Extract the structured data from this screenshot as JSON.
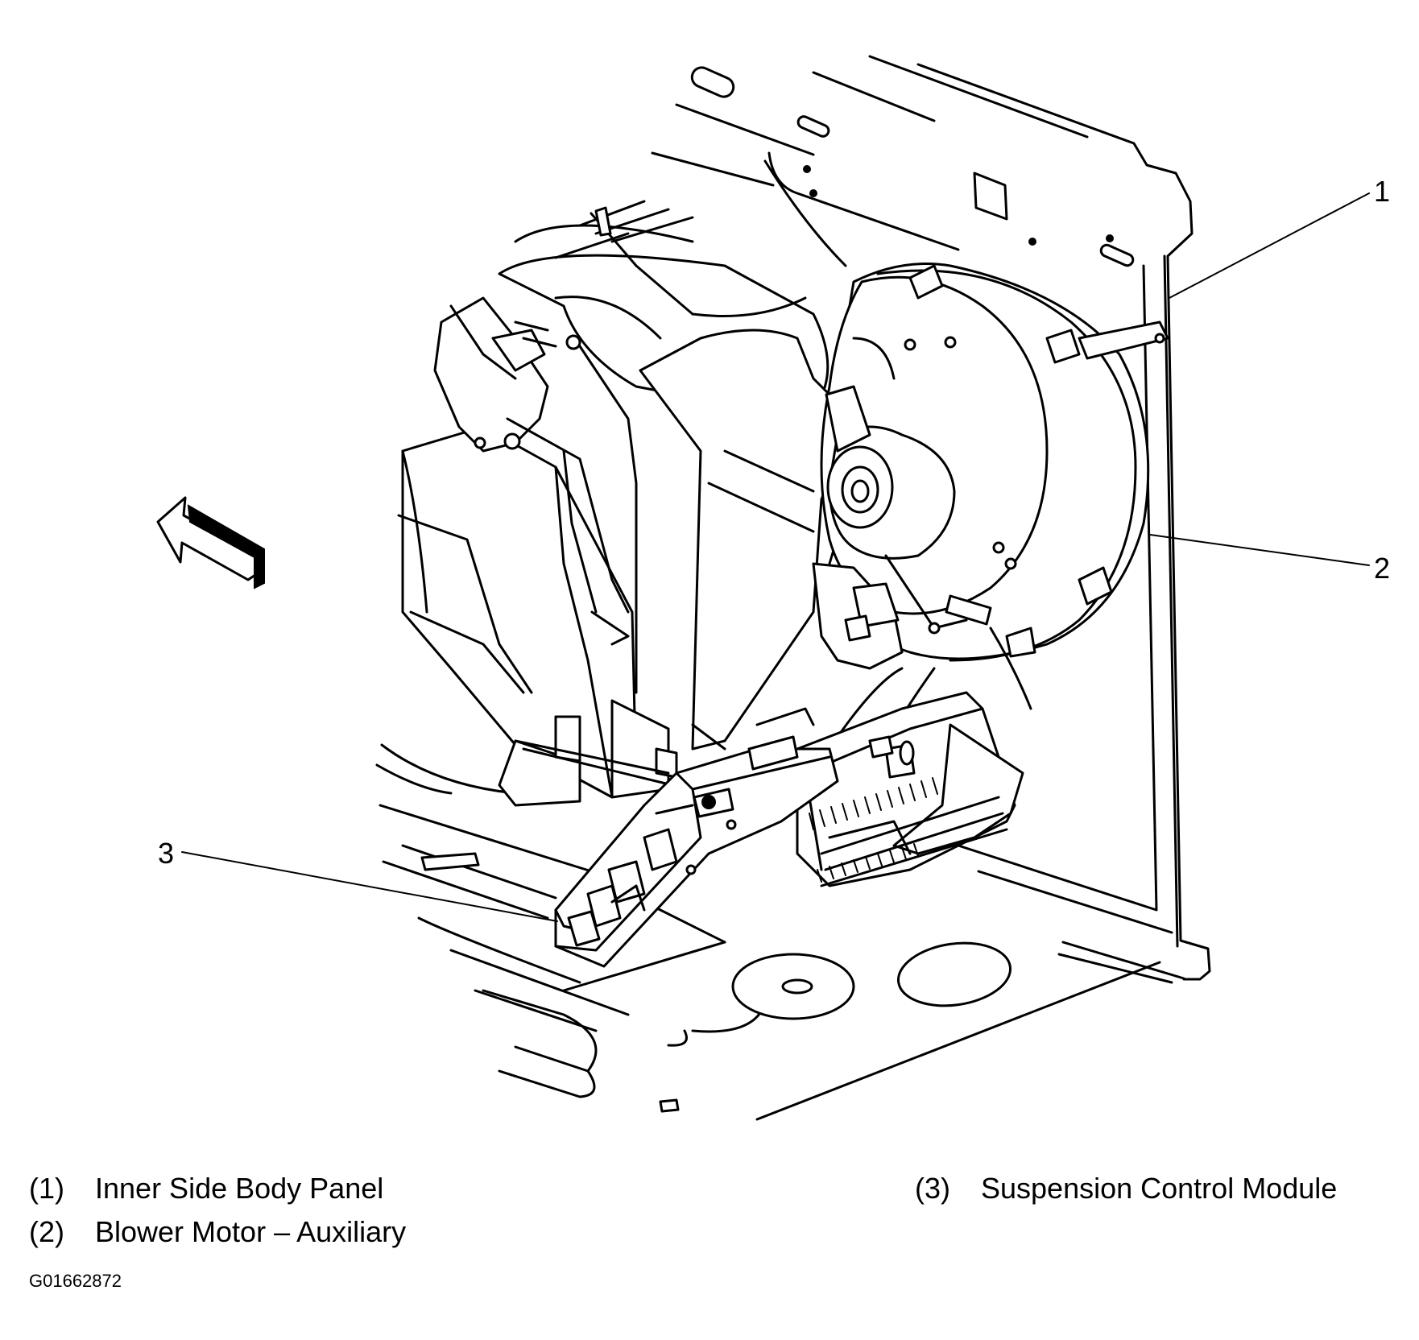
{
  "callouts": [
    {
      "num": "1",
      "label": "Inner Side Body Panel"
    },
    {
      "num": "2",
      "label": "Blower Motor – Auxiliary"
    },
    {
      "num": "3",
      "label": "Suspension Control Module"
    }
  ],
  "legend": {
    "item1": {
      "num": "(1)",
      "label": "Inner Side Body Panel"
    },
    "item2": {
      "num": "(2)",
      "label": "Blower Motor – Auxiliary"
    },
    "item3": {
      "num": "(3)",
      "label": "Suspension Control Module"
    }
  },
  "figure_id": "G01662872"
}
